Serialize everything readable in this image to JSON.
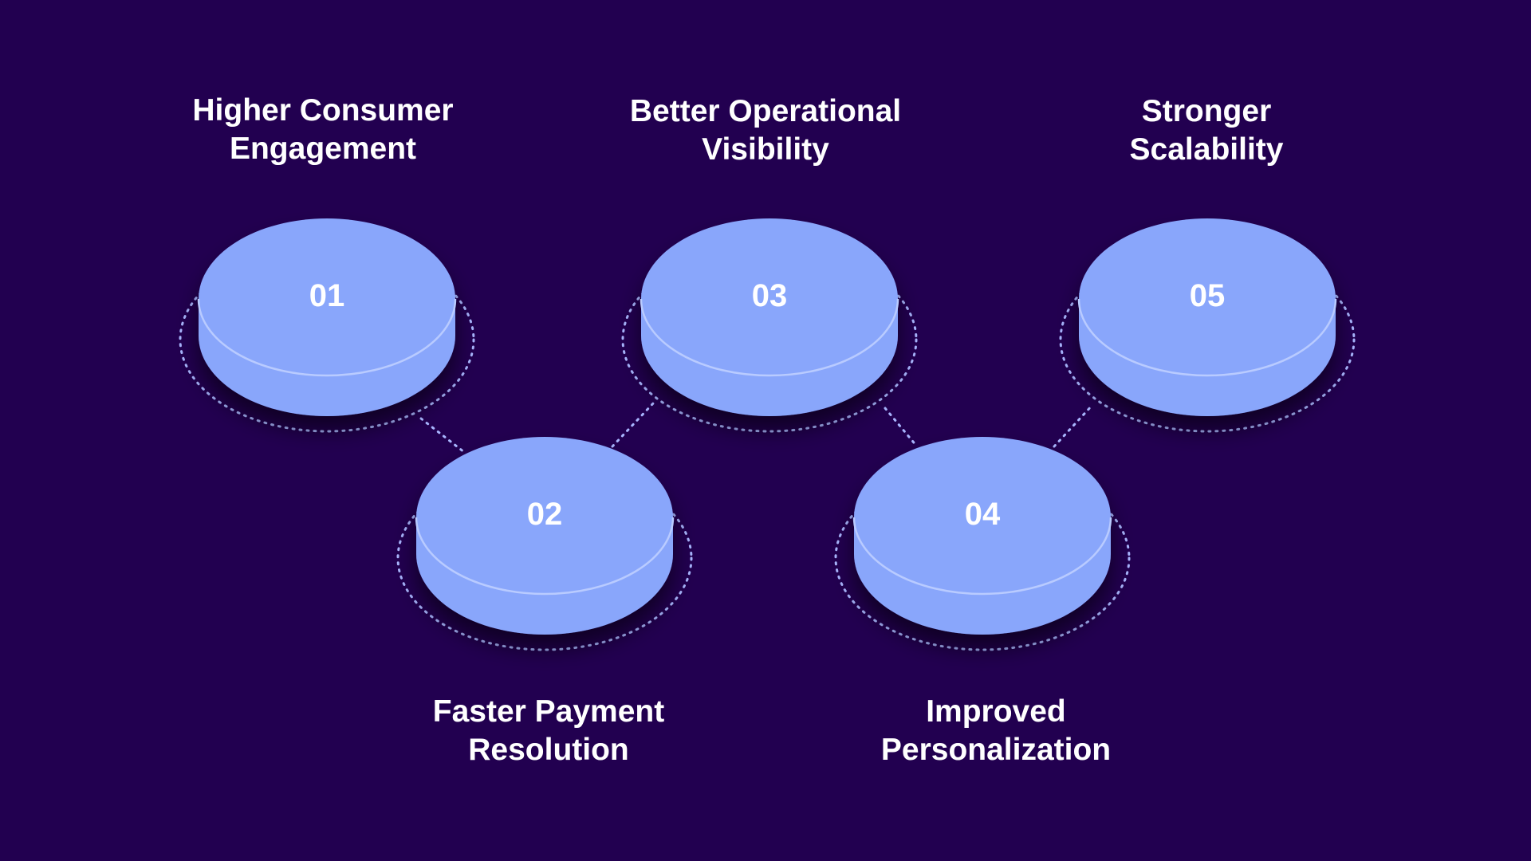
{
  "diagram": {
    "colors": {
      "background": "#220050",
      "disc_fill": "#89a6fb",
      "disc_edge": "#b9cbff",
      "dotted_ring": "#a9b6ff",
      "label_text": "#ffffff"
    },
    "steps": [
      {
        "number": "01",
        "label": "Higher Consumer\nEngagement"
      },
      {
        "number": "02",
        "label": "Faster Payment\nResolution"
      },
      {
        "number": "03",
        "label": "Better Operational\nVisibility"
      },
      {
        "number": "04",
        "label": "Improved\nPersonalization"
      },
      {
        "number": "05",
        "label": "Stronger\nScalability"
      }
    ]
  }
}
